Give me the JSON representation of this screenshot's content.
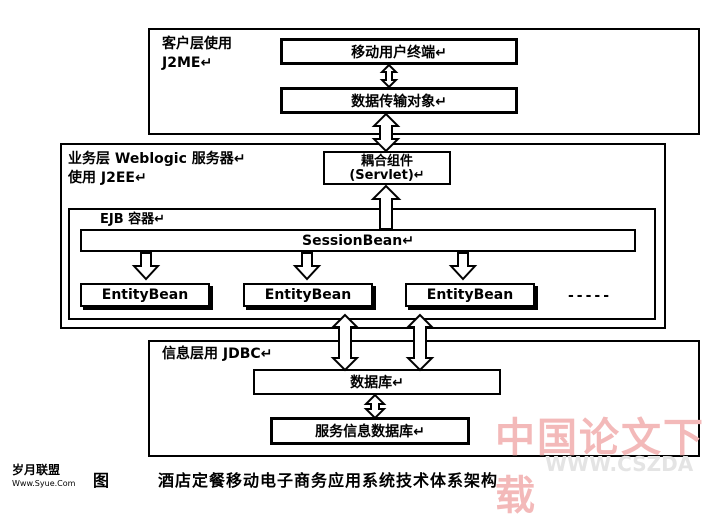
{
  "client_layer": {
    "label_line1": "客户层使用",
    "label_line2": "J2ME↵",
    "terminal": "移动用户终端↵",
    "transfer_object": "数据传输对象↵"
  },
  "business_layer": {
    "label_line1": "业务层 Weblogic 服务器↵",
    "label_line2": "使用 J2EE↵",
    "coupling_line1": "耦合组件",
    "coupling_line2": "(Servlet)↵",
    "ejb_label": "EJB 容器↵",
    "session_bean": "SessionBean↵",
    "entity_beans": [
      "EntityBean",
      "EntityBean",
      "EntityBean"
    ],
    "ellipsis": "-----"
  },
  "info_layer": {
    "label": "信息层用 JDBC↵",
    "database": "数据库↵",
    "service_db": "服务信息数据库↵"
  },
  "caption": {
    "fig": "图",
    "title": "酒店定餐移动电子商务应用系统技术体系架构"
  },
  "watermark": {
    "logo": "岁月联盟",
    "logo_url": "Www.Syue.Com",
    "text_cn": "中国论文下载",
    "url": "WWW.CSZDA"
  }
}
